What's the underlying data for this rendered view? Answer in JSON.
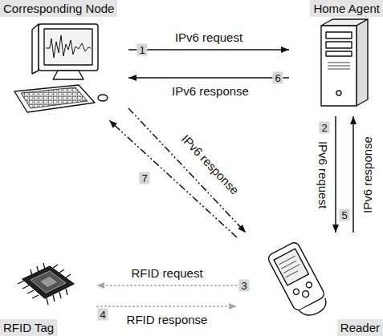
{
  "diagram": {
    "nodes": [
      {
        "text": [
          "Corresponding Node"
        ]
      },
      {
        "text": [
          "Home Agent"
        ]
      },
      {
        "text": [
          "RFID Tag"
        ]
      },
      {
        "text": [
          "Reader"
        ]
      }
    ],
    "edges": [
      {
        "from": 0,
        "to": 1,
        "label": "IPv6 request",
        "arrow": "to"
      },
      {
        "from": 1,
        "to": 0,
        "label": "IPv6 response",
        "arrow": "to"
      },
      {
        "from": 1,
        "to": 3,
        "label": "IPv6 request",
        "arrow": "to"
      },
      {
        "from": 3,
        "to": 1,
        "label": "IPv6 response",
        "arrow": "to"
      },
      {
        "from": 3,
        "to": 2,
        "label": "RFID request",
        "arrow": "to"
      },
      {
        "from": 2,
        "to": 3,
        "label": "RFID response",
        "arrow": "to"
      },
      {
        "from": 3,
        "to": 0,
        "label": "IPv6 response",
        "arrow": "to"
      },
      {
        "from": 0,
        "to": 3,
        "arrow": "to"
      }
    ],
    "labels": [
      "1",
      "6",
      "2",
      "5",
      "3",
      "4",
      "7"
    ]
  }
}
